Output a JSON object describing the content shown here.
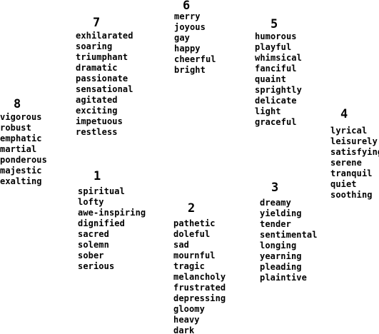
{
  "clusters": [
    {
      "number": "1",
      "words": [
        "spiritual",
        "lofty",
        "awe-inspiring",
        "dignified",
        "sacred",
        "solemn",
        "sober",
        "serious"
      ]
    },
    {
      "number": "2",
      "words": [
        "pathetic",
        "doleful",
        "sad",
        "mournful",
        "tragic",
        "melancholy",
        "frustrated",
        "depressing",
        "gloomy",
        "heavy",
        "dark"
      ]
    },
    {
      "number": "3",
      "words": [
        "dreamy",
        "yielding",
        "tender",
        "sentimental",
        "longing",
        "yearning",
        "pleading",
        "plaintive"
      ]
    },
    {
      "number": "4",
      "words": [
        "lyrical",
        "leisurely",
        "satisfying",
        "serene",
        "tranquil",
        "quiet",
        "soothing"
      ]
    },
    {
      "number": "5",
      "words": [
        "humorous",
        "playful",
        "whimsical",
        "fanciful",
        "quaint",
        "sprightly",
        "delicate",
        "light",
        "graceful"
      ]
    },
    {
      "number": "6",
      "words": [
        "merry",
        "joyous",
        "gay",
        "happy",
        "cheerful",
        "bright"
      ]
    },
    {
      "number": "7",
      "words": [
        "exhilarated",
        "soaring",
        "triumphant",
        "dramatic",
        "passionate",
        "sensational",
        "agitated",
        "exciting",
        "impetuous",
        "restless"
      ]
    },
    {
      "number": "8",
      "words": [
        "vigorous",
        "robust",
        "emphatic",
        "martial",
        "ponderous",
        "majestic",
        "exalting"
      ]
    }
  ]
}
